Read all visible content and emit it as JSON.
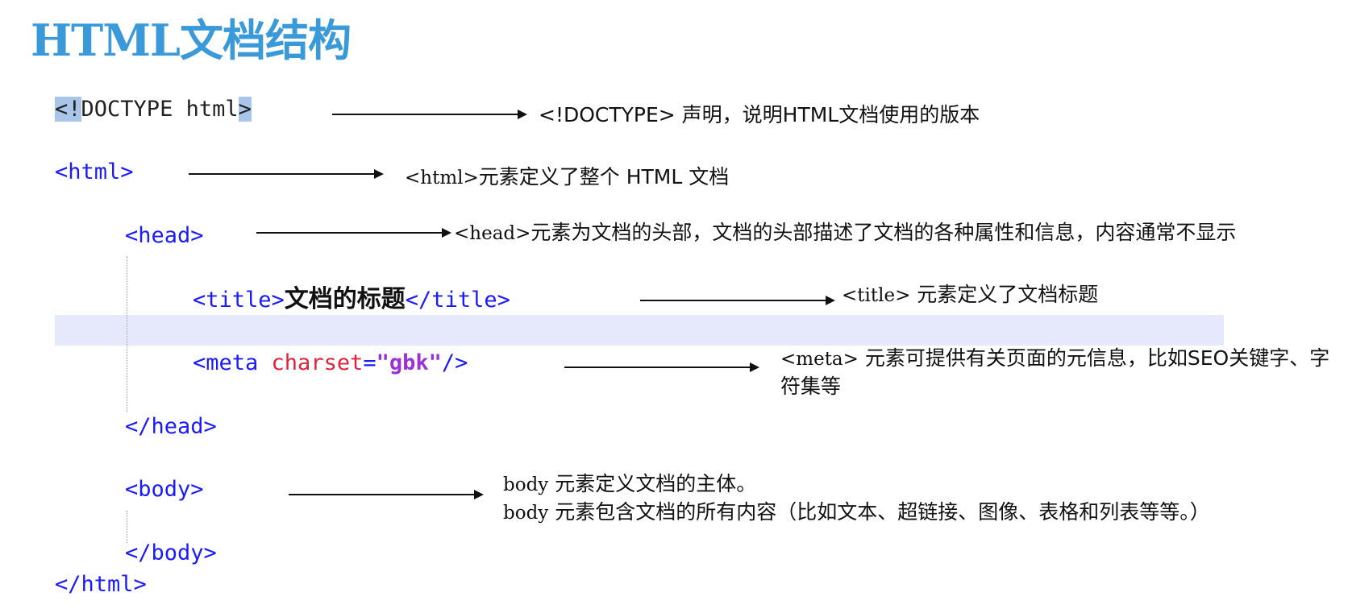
{
  "page_title": "HTML文档结构",
  "code": {
    "doctype_open": "<",
    "doctype_bang": "!",
    "doctype_text": "DOCTYPE html",
    "doctype_close": ">",
    "html_open": "<html>",
    "head_open": "<head>",
    "title_open": "<title>",
    "title_text": "文档的标题",
    "title_close": "</title>",
    "meta_open": "<meta ",
    "meta_attr": "charset",
    "meta_eq": "=",
    "meta_val": "\"gbk\"",
    "meta_close": "/>",
    "head_close": "</head>",
    "body_open": "<body>",
    "body_close": "</body>",
    "html_close": "</html>"
  },
  "notes": {
    "doctype": "<!DOCTYPE> 声明，说明HTML文档使用的版本",
    "html_tag": "<html>",
    "html_text": "元素定义了整个 HTML 文档",
    "head_tag": "<head>",
    "head_text": "元素为文档的头部，文档的头部描述了文档的各种属性和信息，内容通常不显示",
    "title_tag": "<title>",
    "title_text": " 元素定义了文档标题",
    "meta_tag": "<meta>",
    "meta_text": " 元素可提供有关页面的元信息，比如SEO关键字、字符集等",
    "body_line1_tag": "body",
    "body_line1_text": " 元素定义文档的主体。",
    "body_line2_tag": "body",
    "body_line2_text": " 元素包含文档的所有内容（比如文本、超链接、图像、表格和列表等等。）"
  }
}
